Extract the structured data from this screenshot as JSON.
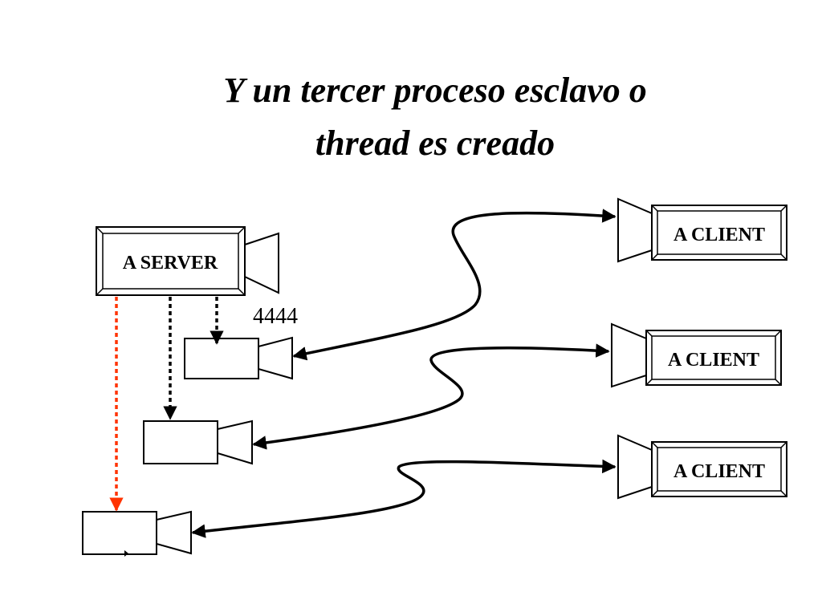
{
  "title": {
    "line1": "Y un tercer proceso esclavo o",
    "line2": "thread es creado"
  },
  "server": {
    "label": "A SERVER",
    "port": "4444"
  },
  "clients": [
    {
      "label": "A CLIENT"
    },
    {
      "label": "A CLIENT"
    },
    {
      "label": "A CLIENT"
    }
  ],
  "colors": {
    "line": "#000000",
    "new_thread_arrow": "#ff3300"
  }
}
